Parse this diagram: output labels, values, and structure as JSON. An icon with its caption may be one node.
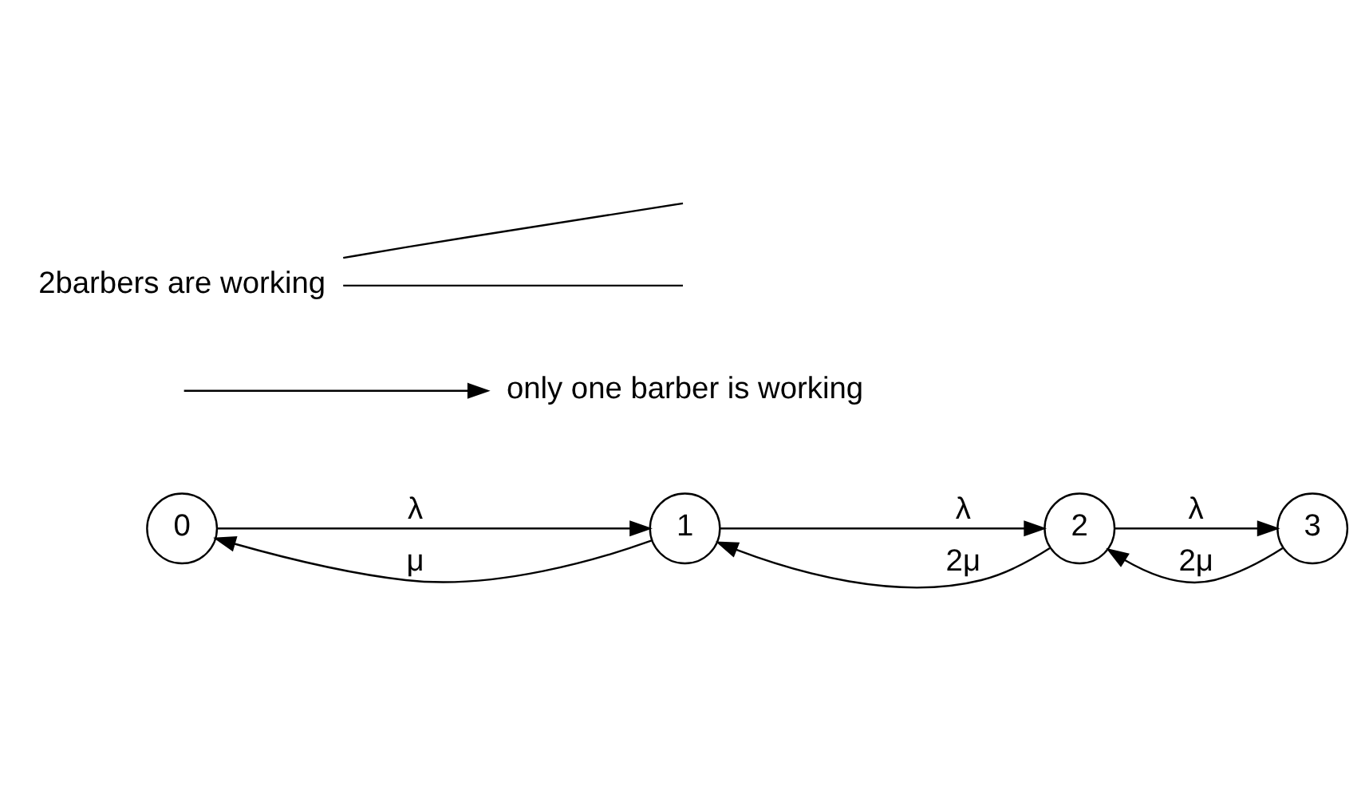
{
  "diagram": {
    "nodes": [
      {
        "text": [
          "0"
        ]
      },
      {
        "text": [
          "1"
        ]
      },
      {
        "text": [
          "2"
        ]
      },
      {
        "text": [
          "3"
        ]
      },
      {
        "text": [
          "only one barber is working"
        ]
      },
      {
        "text": [
          "2barbers are working"
        ]
      }
    ],
    "edges": [
      {
        "from": 0,
        "to": 1,
        "arrow": "to",
        "label": "λ"
      },
      {
        "from": 1,
        "to": 2,
        "arrow": "to",
        "label": "λ"
      },
      {
        "from": 2,
        "to": 3,
        "arrow": "to",
        "label": "λ"
      },
      {
        "from": 1,
        "to": 0,
        "arrow": "to",
        "label": "μ"
      },
      {
        "from": 2,
        "to": 1,
        "arrow": "to",
        "label": "2μ"
      },
      {
        "from": 3,
        "to": 2,
        "arrow": "to",
        "label": "2μ"
      },
      {
        "from": null,
        "to": 4,
        "arrow": "to"
      },
      {
        "from": 5,
        "to": null,
        "arrow": "none"
      },
      {
        "from": 5,
        "to": null,
        "arrow": "none"
      }
    ]
  }
}
